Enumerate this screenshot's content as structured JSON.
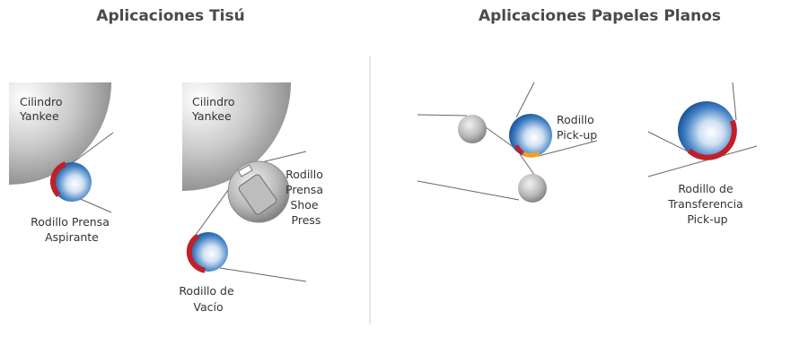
{
  "headers": {
    "tissue": "Aplicaciones Tisú",
    "flat": "Aplicaciones Papeles Planos"
  },
  "labels": {
    "yankee_1": [
      "Cilindro",
      "Yankee"
    ],
    "yankee_2": [
      "Cilindro",
      "Yankee"
    ],
    "suction_press": [
      "Rodillo Prensa",
      "Aspirante"
    ],
    "shoe_press": [
      "Rodillo",
      "Prensa",
      "Shoe",
      "Press"
    ],
    "vacuum_roll": [
      "Rodillo de",
      "Vacío"
    ],
    "pickup_roll": [
      "Rodillo",
      "Pick-up"
    ],
    "transfer_roll": [
      "Rodillo de",
      "Transferencia",
      "Pick-up"
    ]
  },
  "colors": {
    "cover_red": "#c0202a",
    "cover_orange": "#f0a020",
    "roll_blue": "#1f5fa8",
    "roll_grey": "#9a9a9a"
  }
}
